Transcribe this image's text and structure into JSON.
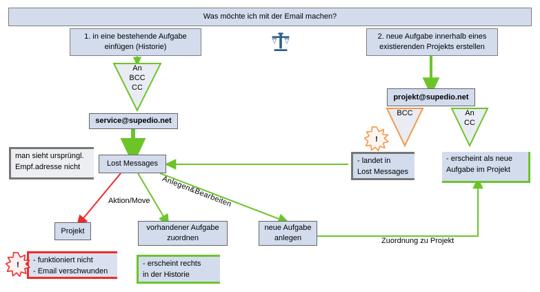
{
  "colors": {
    "node_fill": "#d2dced",
    "node_border": "#7d7d7d",
    "green": "#6cc429",
    "red": "#ee2b2b",
    "orange": "#f79646",
    "gray": "#767676",
    "scales_blue": "#2e5f8a",
    "note_fill": "#d2dced",
    "note_fill_light": "#eceef1"
  },
  "header": {
    "title": "Was möchte ich mit der Email machen?"
  },
  "branches": {
    "left": {
      "label": "1. in eine bestehende Aufgabe einfügen (Historie)"
    },
    "right": {
      "label": "2. neue Aufgabe innerhalb eines existierenden Projekts erstellen"
    }
  },
  "center_icon": "scales-balance-icon",
  "funnels": [
    {
      "name": "funnel-left-an-bcc-cc",
      "text": "An\nBCC\nCC",
      "color": "#6cc429"
    },
    {
      "name": "funnel-right-bcc",
      "text": "BCC",
      "color": "#f79646"
    },
    {
      "name": "funnel-right-an-cc",
      "text": "An\nCC",
      "color": "#6cc429"
    }
  ],
  "nodes": {
    "service_mail": "service@supedio.net",
    "projekt_mail": "projekt@supedio.net",
    "lost_messages": "Lost Messages",
    "projekt": "Projekt",
    "vorhandener_aufgabe": "vorhandener Aufgabe zuordnen",
    "neue_aufgabe": "neue Aufgabe anlegen"
  },
  "notes": {
    "ursprungl_empf": "man sieht ursprüngl.\nEmpf.adresse nicht",
    "funktioniert_nicht": "- funktioniert nicht\n- Email verschwunden",
    "erscheint_rechts": "- erscheint rechts\nin der Historie",
    "landet_in_lost": "- landet in\nLost Messages",
    "erscheint_als_neue": "- erscheint als neue\nAufgabe im Projekt"
  },
  "edge_labels": {
    "aktion_move": "Aktion/Move",
    "anlegen_bearbeiten": "Anlegen&Bearbeiten",
    "zuordnung_zu_projekt": "Zuordnung zu Projekt"
  },
  "warnings": [
    {
      "name": "warning-burst-orange",
      "glyph": "!",
      "color": "#f79646"
    },
    {
      "name": "warning-burst-red",
      "glyph": "!",
      "color": "#ee2b2b"
    }
  ]
}
